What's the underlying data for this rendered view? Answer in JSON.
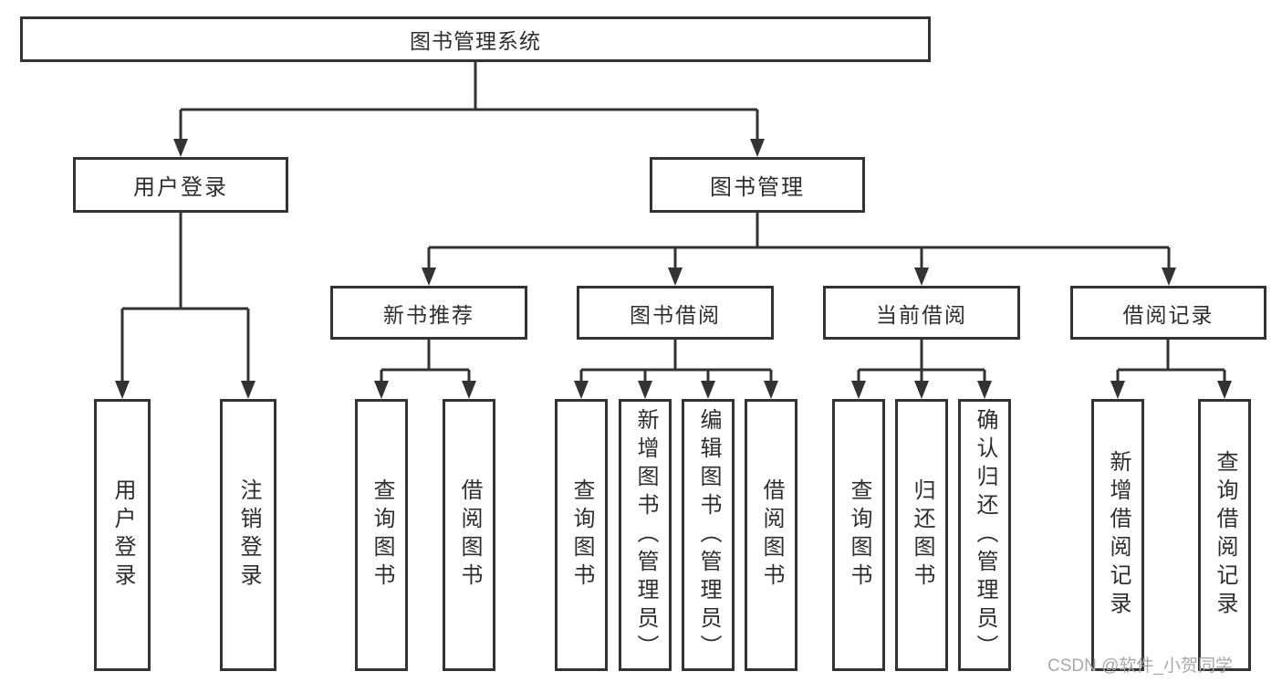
{
  "tree": {
    "label": "图书管理系统",
    "children": [
      {
        "label": "用户登录",
        "children": [
          {
            "label": "用户登录"
          },
          {
            "label": "注销登录"
          }
        ]
      },
      {
        "label": "图书管理",
        "children": [
          {
            "label": "新书推荐",
            "children": [
              {
                "label": "查询图书"
              },
              {
                "label": "借阅图书"
              }
            ]
          },
          {
            "label": "图书借阅",
            "children": [
              {
                "label": "查询图书"
              },
              {
                "label": "新增图书（管理员）"
              },
              {
                "label": "编辑图书（管理员）"
              },
              {
                "label": "借阅图书"
              }
            ]
          },
          {
            "label": "当前借阅",
            "children": [
              {
                "label": "查询图书"
              },
              {
                "label": "归还图书"
              },
              {
                "label": "确认归还（管理员）"
              }
            ]
          },
          {
            "label": "借阅记录",
            "children": [
              {
                "label": "新增借阅记录"
              },
              {
                "label": "查询借阅记录"
              }
            ]
          }
        ]
      }
    ]
  },
  "watermark": "CSDN @软件_小贺同学",
  "colors": {
    "line": "#333333",
    "text": "#2e2e2e",
    "watermark": "#a8a8a8",
    "background": "#ffffff"
  }
}
